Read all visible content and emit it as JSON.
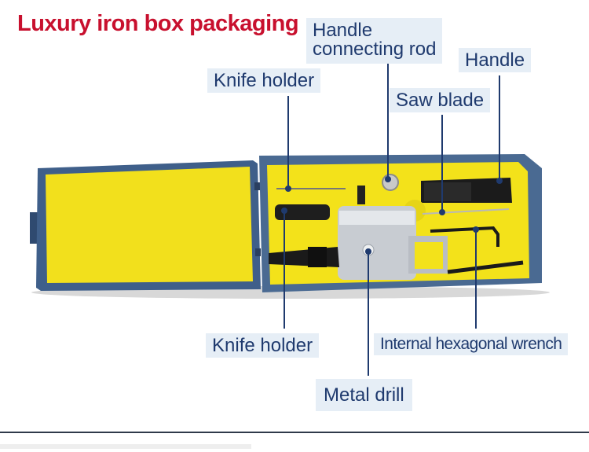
{
  "title": "Luxury iron box packaging",
  "labels": {
    "handle_connecting_rod": "Handle\nconnecting rod",
    "handle": "Handle",
    "knife_holder_top": "Knife holder",
    "saw_blade": "Saw blade",
    "knife_holder_bottom": "Knife holder",
    "internal_hex_wrench": "Internal hexagonal wrench",
    "metal_drill": "Metal drill"
  },
  "colors": {
    "title": "#c8102e",
    "label_bg": "#e6eef6",
    "label_text": "#1f3a6e",
    "box_lid": "#f2e01c",
    "box_foam": "#f3e21a",
    "box_shell": "#3f5f8a",
    "leader_line": "#1f3a6e"
  }
}
